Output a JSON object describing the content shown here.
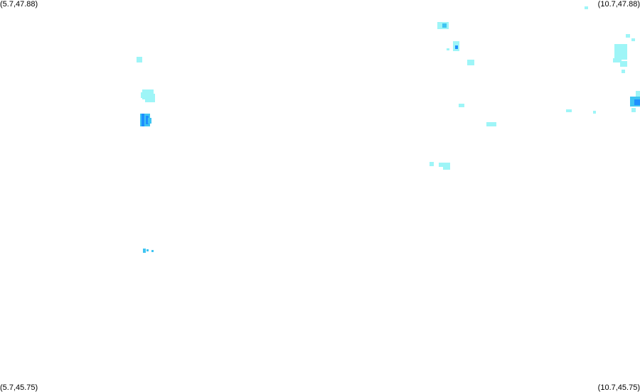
{
  "map": {
    "corners": {
      "top_left": "(5.7,47.88)",
      "top_right": "(10.7,47.88)",
      "bottom_left": "(5.7,45.75)",
      "bottom_right": "(10.7,45.75)"
    },
    "colors": {
      "light": "#9ef5f7",
      "medium": "#3fc5f2",
      "strong": "#1e90ff"
    }
  }
}
